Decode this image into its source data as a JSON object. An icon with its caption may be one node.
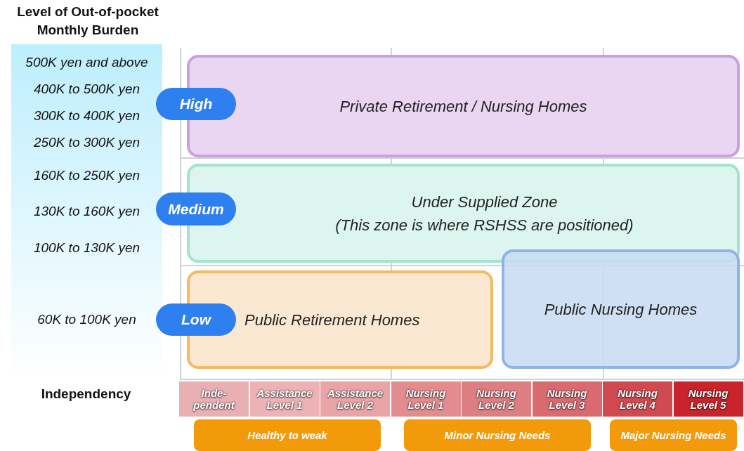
{
  "diagram": {
    "nodes": [
      {
        "text": [
          "High"
        ]
      },
      {
        "text": [
          "Medium"
        ]
      },
      {
        "text": [
          "Low"
        ]
      },
      {
        "text": [
          "Private Retirement / Nursing Homes"
        ]
      },
      {
        "text": [
          "Under Supplied Zone",
          "(This zone is where RSHSS are positioned)"
        ]
      },
      {
        "text": [
          "Public Retirement Homes"
        ]
      },
      {
        "text": [
          "Public Nursing Homes"
        ]
      },
      {
        "text": [
          "Inde- pendent"
        ]
      },
      {
        "text": [
          "Assistance Level 1"
        ]
      },
      {
        "text": [
          "Assistance Level 2"
        ]
      },
      {
        "text": [
          "Nursing Level 1"
        ]
      },
      {
        "text": [
          "Nursing Level 2"
        ]
      },
      {
        "text": [
          "Nursing Level 3"
        ]
      },
      {
        "text": [
          "Nursing Level 4"
        ]
      },
      {
        "text": [
          "Nursing Level 5"
        ]
      },
      {
        "text": [
          "Healthy to weak"
        ]
      },
      {
        "text": [
          "Minor Nursing Needs"
        ]
      },
      {
        "text": [
          "Major Nursing Needs"
        ]
      }
    ],
    "edges": [],
    "labels": [
      "Level of Out-of-pocket Monthly Burden",
      "500K yen and above",
      "400K to 500K yen",
      "300K to 400K yen",
      "250K to 300K yen",
      "160K to 250K yen",
      "130K to 160K yen",
      "100K to 130K yen",
      "60K to 100K yen",
      "Independency"
    ]
  }
}
